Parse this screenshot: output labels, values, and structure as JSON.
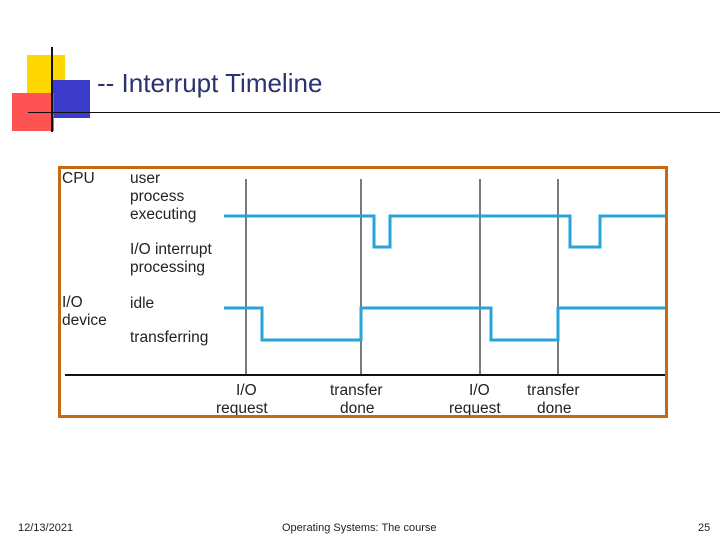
{
  "slide": {
    "title": "-- Interrupt Timeline",
    "footer_date": "12/13/2021",
    "footer_course": "Operating Systems: The course",
    "page_number": "25"
  },
  "diagram": {
    "labels": {
      "cpu": "CPU",
      "user_process": [
        "user",
        "process",
        "executing"
      ],
      "io_interrupt": [
        "I/O interrupt",
        "processing"
      ],
      "io_device": [
        "I/O",
        "device"
      ],
      "idle": "idle",
      "transferring": "transferring"
    },
    "events": [
      {
        "line1": "I/O",
        "line2": "request"
      },
      {
        "line1": "transfer",
        "line2": "done"
      },
      {
        "line1": "I/O",
        "line2": "request"
      },
      {
        "line1": "transfer",
        "line2": "done"
      }
    ]
  },
  "colors": {
    "signal": "#29a3d8",
    "frame": "#c46a17",
    "title": "#2a3270"
  }
}
